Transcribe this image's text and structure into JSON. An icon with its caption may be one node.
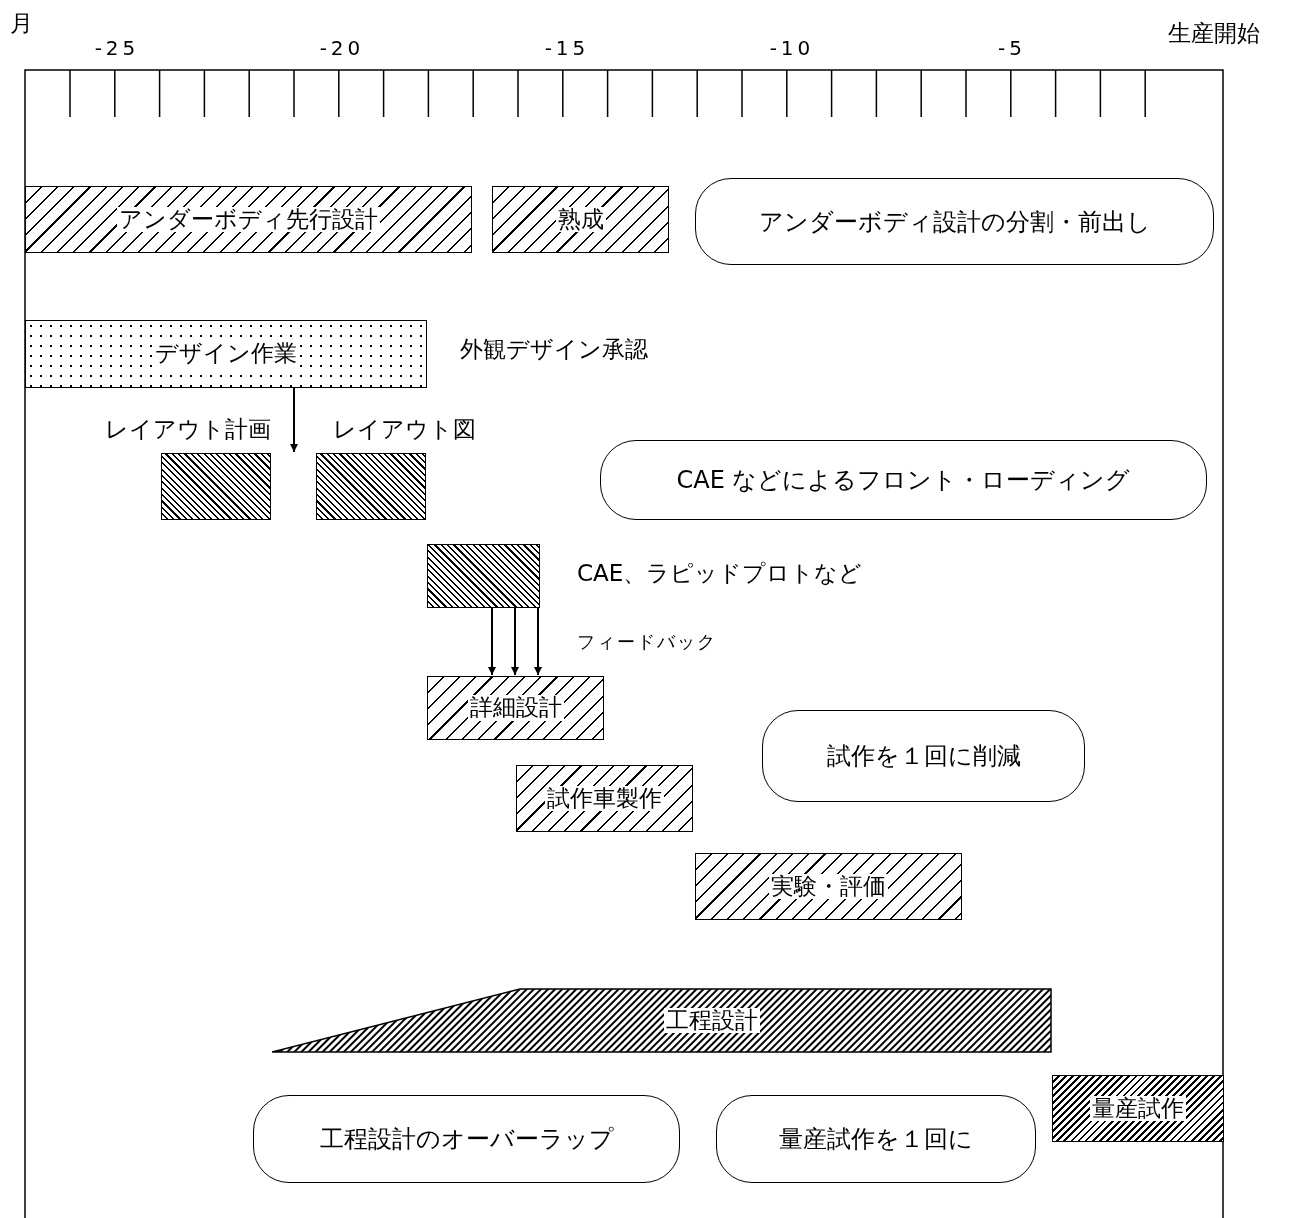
{
  "diagram": {
    "nodes": [
      {
        "text": [
          "アンダーボディ先行設計"
        ]
      },
      {
        "text": [
          "熟成"
        ]
      },
      {
        "text": [
          "アンダーボディ設計の分割・前出し"
        ]
      },
      {
        "text": [
          "デザイン作業"
        ],
        "beside": [
          "外観デザイン承認"
        ]
      },
      {
        "text": [
          "レイアウト計画"
        ]
      },
      {
        "text": [
          "レイアウト図"
        ]
      },
      {
        "text": [
          "CAE などによるフロント・ローディング"
        ]
      },
      {
        "text": [],
        "beside": [
          "CAE、ラピッドプロトなど"
        ],
        "shape": "box"
      },
      {
        "text": [
          "詳細設計"
        ]
      },
      {
        "text": [
          "試作を１回に削減"
        ]
      },
      {
        "text": [
          "試作車製作"
        ]
      },
      {
        "text": [
          "実験・評価"
        ]
      },
      {
        "text": [
          "工程設計"
        ]
      },
      {
        "text": [
          "工程設計のオーバーラップ"
        ]
      },
      {
        "text": [
          "量産試作を１回に"
        ]
      },
      {
        "text": [
          "量産試作"
        ]
      }
    ],
    "edges": [
      {
        "from": 3,
        "to": 4,
        "arrow": "to"
      },
      {
        "from": 7,
        "to": 8,
        "arrow": "to"
      },
      {
        "from": 7,
        "to": 8,
        "arrow": "to"
      },
      {
        "from": 7,
        "to": 8,
        "arrow": "to",
        "label": "フィードバック"
      }
    ],
    "labels": [
      "月",
      "-25",
      "-20",
      "-15",
      "-10",
      "-5",
      "生産開始"
    ]
  }
}
